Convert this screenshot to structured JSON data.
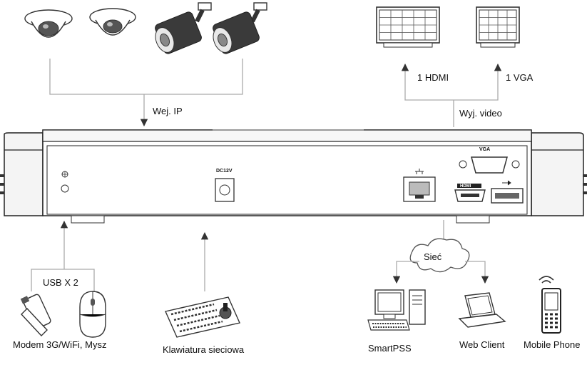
{
  "labels": {
    "ip_input": "Wej.  IP",
    "video_output": "Wyj. video",
    "hdmi_out": "1 HDMI",
    "vga_out": "1 VGA",
    "usb_count": "USB X 2",
    "modem_mouse": "Modem 3G/WiFi, Mysz",
    "network_keyboard": "Klawiatura sieciowa",
    "network": "Sieć",
    "smartpss": "SmartPSS",
    "web_client": "Web Client",
    "mobile_phone": "Mobile Phone"
  },
  "panel": {
    "vga_port": "VGA",
    "hdmi_port": "HDMI",
    "power_label": "DC12V"
  },
  "icons": [
    "dome-camera-icon",
    "bullet-camera-icon",
    "monitor-icon",
    "usb-dongle-icon",
    "mouse-icon",
    "keyboard-icon",
    "cloud-icon",
    "desktop-pc-icon",
    "laptop-icon",
    "mobile-phone-icon",
    "ethernet-port-icon",
    "usb-port-icon",
    "ground-icon"
  ]
}
